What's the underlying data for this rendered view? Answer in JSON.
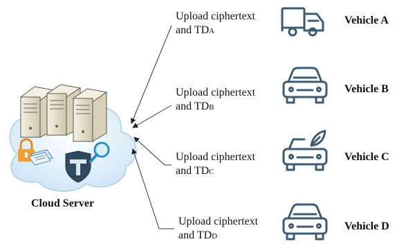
{
  "server": {
    "label": "Cloud Server"
  },
  "uploads": [
    {
      "line1": "Upload ciphertext",
      "line2_prefix": "and TD",
      "subscript": "A"
    },
    {
      "line1": "Upload ciphertext",
      "line2_prefix": "and TD",
      "subscript": "B"
    },
    {
      "line1": "Upload ciphertext",
      "line2_prefix": "and TD",
      "subscript": "C"
    },
    {
      "line1": "Upload ciphertext",
      "line2_prefix": "and TD",
      "subscript": "D"
    }
  ],
  "vehicles": [
    {
      "name": "Vehicle A",
      "icon": "truck-icon"
    },
    {
      "name": "Vehicle B",
      "icon": "car-icon"
    },
    {
      "name": "Vehicle C",
      "icon": "eco-car-icon"
    },
    {
      "name": "Vehicle D",
      "icon": "car-icon"
    }
  ],
  "colors": {
    "icon_stroke": "#3b5a74",
    "cloud_fill": "#d6ecf8",
    "lock": "#f0a030",
    "server_body": "#e9e2cf"
  }
}
